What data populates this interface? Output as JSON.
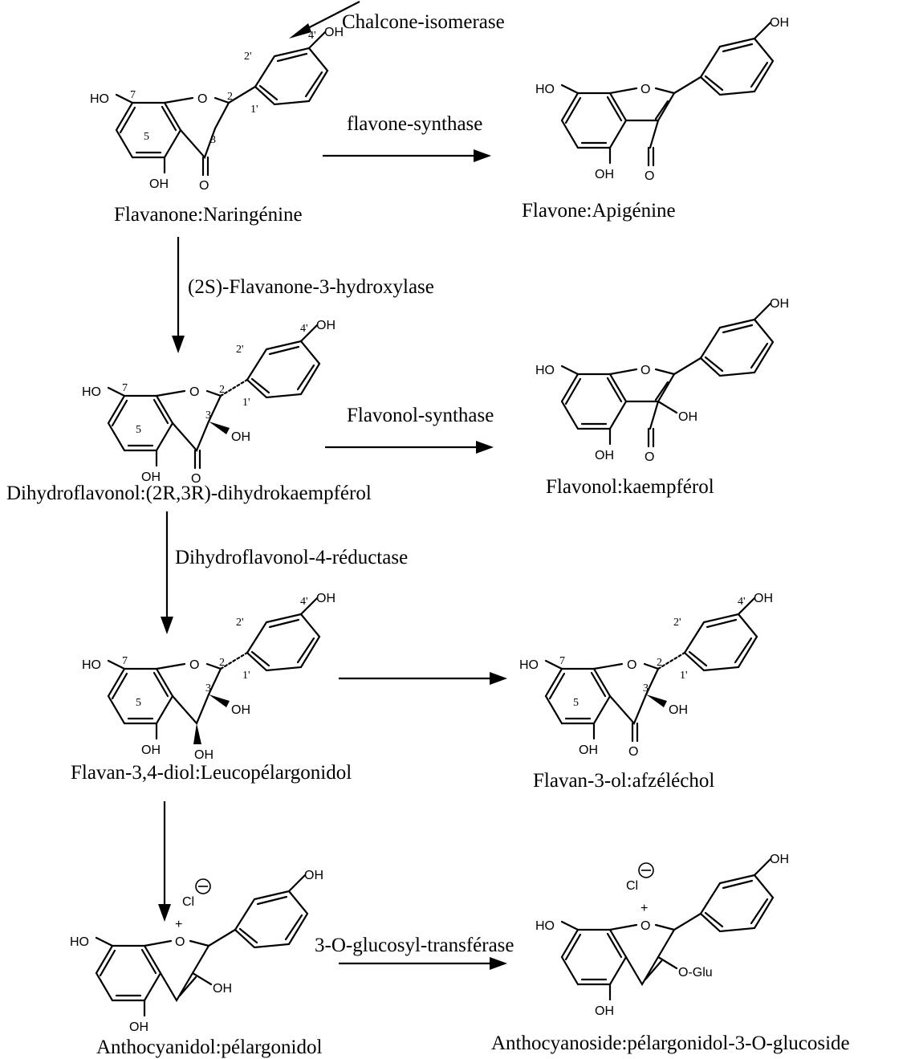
{
  "enzymes": {
    "chalcone_isomerase": "Chalcone-isomerase",
    "flavone_synthase": "flavone-synthase",
    "flavanone_3_hydroxylase": "(2S)-Flavanone-3-hydroxylase",
    "flavonol_synthase": "Flavonol-synthase",
    "dihydroflavonol_4_reductase": "Dihydroflavonol-4-réductase",
    "glucosyl_transferase": "3-O-glucosyl-transférase"
  },
  "compounds": {
    "naringenine": "Flavanone:Naringénine",
    "apigenine": "Flavone:Apigénine",
    "dihydrokaempferol": "Dihydroflavonol:(2R,3R)-dihydrokaempférol",
    "kaempferol": "Flavonol:kaempférol",
    "leucopelargonidol": "Flavan-3,4-diol:Leucopélargonidol",
    "afzelechol": "Flavan-3-ol:afzéléchol",
    "pelargonidol": "Anthocyanidol:pélargonidol",
    "pelargonidol_glucoside": "Anthocyanoside:pélargonidol-3-O-glucoside"
  },
  "atoms": {
    "oh": "OH",
    "ho": "HO",
    "o": "O",
    "cl": "Cl",
    "plus": "+",
    "minus": "−",
    "o_glu": "O-Glu"
  },
  "positions": {
    "p2": "2",
    "p3": "3",
    "p5": "5",
    "p7": "7",
    "p1p": "1'",
    "p2p": "2'",
    "p4p": "4'"
  }
}
